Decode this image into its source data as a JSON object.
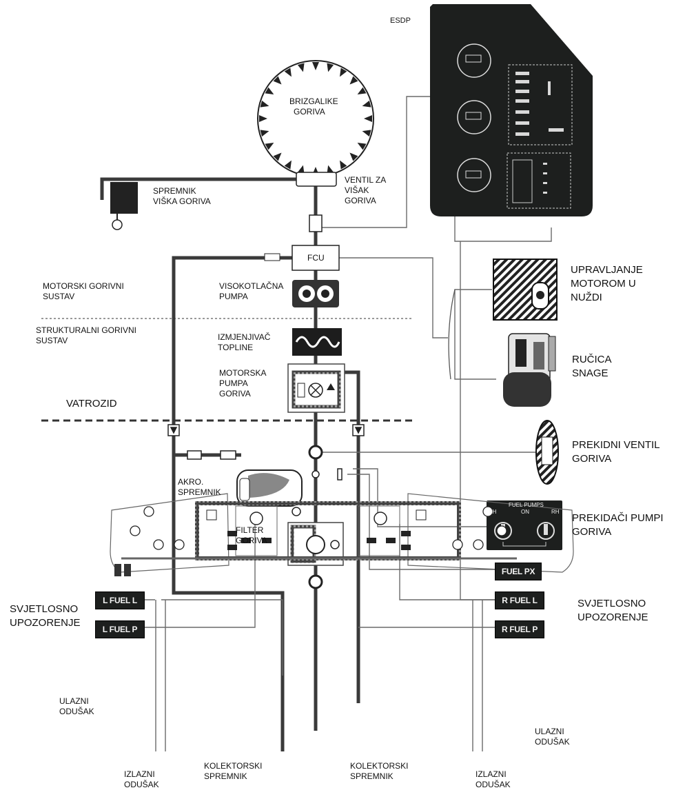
{
  "labels": {
    "esdp": "ESDP",
    "brizgalike": [
      "BRIZGALIKE",
      "GORIVA"
    ],
    "spremnik_viska": [
      "SPREMNIK",
      "VIŠKA GORIVA"
    ],
    "ventil_visak": [
      "VENTIL ZA",
      "VIŠAK",
      "GORIVA"
    ],
    "fcu": "FCU",
    "motorski_sustav": [
      "MOTORSKI GORIVNI",
      "SUSTAV"
    ],
    "strukturalni_sustav": [
      "STRUKTURALNI GORIVNI",
      "SUSTAV"
    ],
    "visokotlacna": [
      "VISOKOTLAČNA",
      "PUMPA"
    ],
    "izmjenjivac": [
      "IZMJENJIVAČ",
      "TOPLINE"
    ],
    "motorska_pumpa": [
      "MOTORSKA",
      "PUMPA",
      "GORIVA"
    ],
    "vatrozid": "VATROZID",
    "akro": [
      "AKRO.",
      "SPREMNIK"
    ],
    "filter": [
      "FILTER",
      "GORIVA"
    ],
    "upravljanje": [
      "UPRAVLJANJE",
      "MOTOROM U",
      "NUŽDI"
    ],
    "rucica": [
      "RUČICA",
      "SNAGE"
    ],
    "prekidni_ventil": [
      "PREKIDNI VENTIL",
      "GORIVA"
    ],
    "prekidaci": [
      "PREKIDAČI PUMPI",
      "GORIVA"
    ],
    "svjetlosno_left": [
      "SVJETLOSNO",
      "UPOZORENJE"
    ],
    "svjetlosno_right": [
      "SVJETLOSNO",
      "UPOZORENJE"
    ],
    "ulazni_left": [
      "ULAZNI",
      "ODUŠAK"
    ],
    "ulazni_right": [
      "ULAZNI",
      "ODUŠAK"
    ],
    "izlazni_left": [
      "IZLAZNI",
      "ODUŠAK"
    ],
    "izlazni_right": [
      "IZLAZNI",
      "ODUŠAK"
    ],
    "kolektorski_left": [
      "KOLEKTORSKI",
      "SPREMNIK"
    ],
    "kolektorski_right": [
      "KOLEKTORSKI",
      "SPREMNIK"
    ]
  },
  "annunciators": {
    "l_fuel_l": "L FUEL L",
    "l_fuel_p": "L FUEL P",
    "fuel_px": "FUEL PX",
    "r_fuel_l": "R FUEL L",
    "r_fuel_p": "R FUEL P"
  },
  "switch_panel": {
    "title": "FUEL PUMPS",
    "left": "LH",
    "right": "RH",
    "center": "ON"
  },
  "colors": {
    "panel": "#1d1f1e",
    "line": "#3a3a3a",
    "thin_line": "#5a5a5a"
  }
}
